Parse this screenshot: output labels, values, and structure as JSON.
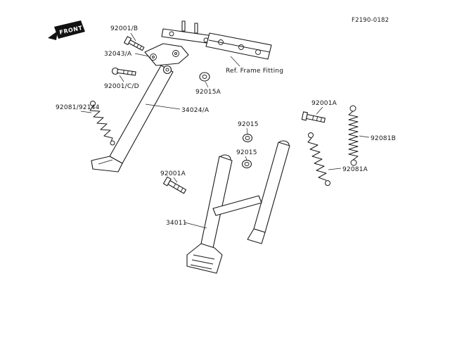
{
  "page": {
    "front_label": "FRONT",
    "diagram_code": "F2190-0182"
  },
  "labels": {
    "bolt_top": "92001/B",
    "bracket": "32043/A",
    "bolt_cd": "92001/C/D",
    "nut_a": "92015A",
    "ref_frame_fitting": "Ref. Frame Fitting",
    "spring_left": "92081/92144",
    "side_stand": "34024/A",
    "nut_upper": "92015",
    "nut_lower": "92015",
    "bolt_right": "92001A",
    "spring_right_b": "92081B",
    "spring_right_a": "92081A",
    "bolt_lower_left": "92001A",
    "center_stand": "34011"
  }
}
